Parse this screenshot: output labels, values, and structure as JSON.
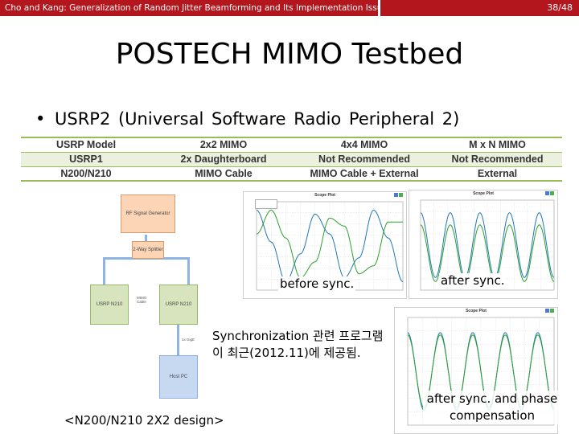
{
  "header": {
    "left_text": "Cho and Kang: Generalization of Random Jitter Beamforming and Its Implementation Issues",
    "page_number": "38/48",
    "bar_color": "#b3161c"
  },
  "slide": {
    "title": "POSTECH MIMO Testbed",
    "bullet": "USRP2 (Universal Software Radio Peripheral 2)"
  },
  "table": {
    "rows": [
      [
        "USRP Model",
        "2x2 MIMO",
        "4x4 MIMO",
        "M x N MIMO"
      ],
      [
        "USRP1",
        "2x Daughterboard",
        "Not Recommended",
        "Not Recommended"
      ],
      [
        "N200/N210",
        "MIMO Cable",
        "MIMO Cable + External",
        "External"
      ]
    ]
  },
  "diagram": {
    "signal_generator": "RF Signal Generator",
    "splitter": "2-Way Splitter",
    "usrp_left": "USRP N210",
    "usrp_right": "USRP N210",
    "mimo_cable": "MIMO Cable",
    "ethernet": "1x GigE",
    "host": "Host PC",
    "caption": "<N200/N210 2X2 design>"
  },
  "plots": {
    "plot_title": "Scope Plot",
    "before_caption": "before sync.",
    "after_caption": "after sync.",
    "after_phase_caption": "after sync. and phase compensation",
    "sync_note": "Synchronization 관련 프로그램이 최근(2012.11)에 제공됨."
  },
  "chart_data": [
    {
      "type": "line",
      "title": "Scope Plot",
      "series": [
        {
          "values": [
            0.9,
            0.1,
            -0.9,
            -0.2,
            0.8,
            0.3,
            -0.8,
            -0.3,
            0.9,
            0.2,
            -0.9
          ]
        },
        {
          "values": [
            0.3,
            0.9,
            0.2,
            -0.8,
            -0.4,
            0.7,
            0.5,
            -0.7,
            -0.5,
            0.6,
            0.6
          ]
        }
      ],
      "colors": [
        "#1f77b4",
        "#2ca02c"
      ]
    },
    {
      "type": "line",
      "title": "Scope Plot",
      "series": [
        {
          "values": [
            0.8,
            -0.8,
            0.8,
            -0.8,
            0.8,
            -0.8,
            0.8,
            -0.8,
            0.8,
            -0.8
          ]
        },
        {
          "values": [
            0.5,
            -0.9,
            0.5,
            -0.9,
            0.5,
            -0.9,
            0.5,
            -0.9,
            0.5,
            -0.9
          ]
        }
      ],
      "colors": [
        "#1f77b4",
        "#2ca02c"
      ]
    },
    {
      "type": "line",
      "title": "Scope Plot",
      "series": [
        {
          "values": [
            0.8,
            -0.8,
            0.8,
            -0.8,
            0.8,
            -0.8,
            0.8,
            -0.8,
            0.8,
            -0.8
          ]
        },
        {
          "values": [
            0.75,
            -0.75,
            0.75,
            -0.75,
            0.75,
            -0.75,
            0.75,
            -0.75,
            0.75,
            -0.75
          ]
        }
      ],
      "colors": [
        "#1f77b4",
        "#2ca02c"
      ]
    }
  ]
}
